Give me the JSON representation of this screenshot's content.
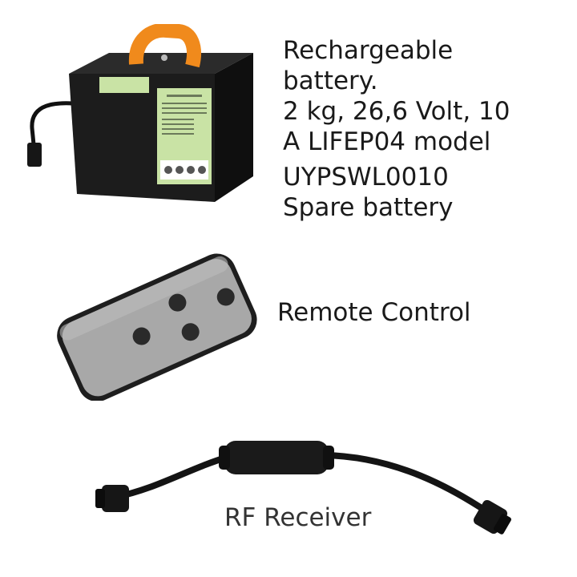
{
  "battery": {
    "image_icon": "battery-pack-image",
    "caption_lines": [
      "Rechargeable",
      "battery.",
      "2 kg, 26,6 Volt, 10",
      "A LIFEP04 model"
    ],
    "code": "UYPSWL0010",
    "subtitle": "Spare battery",
    "colors": {
      "body": "#1c1c1c",
      "strap": "#f08a1c",
      "label": "#c9e3a5"
    }
  },
  "remote": {
    "image_icon": "remote-control-image",
    "caption": "Remote Control",
    "colors": {
      "face": "#a8a8a8",
      "rim": "#1e1e1e",
      "button": "#2a2a2a"
    }
  },
  "receiver": {
    "image_icon": "rf-receiver-cable-image",
    "caption": "RF Receiver",
    "colors": {
      "cable": "#141414"
    }
  }
}
